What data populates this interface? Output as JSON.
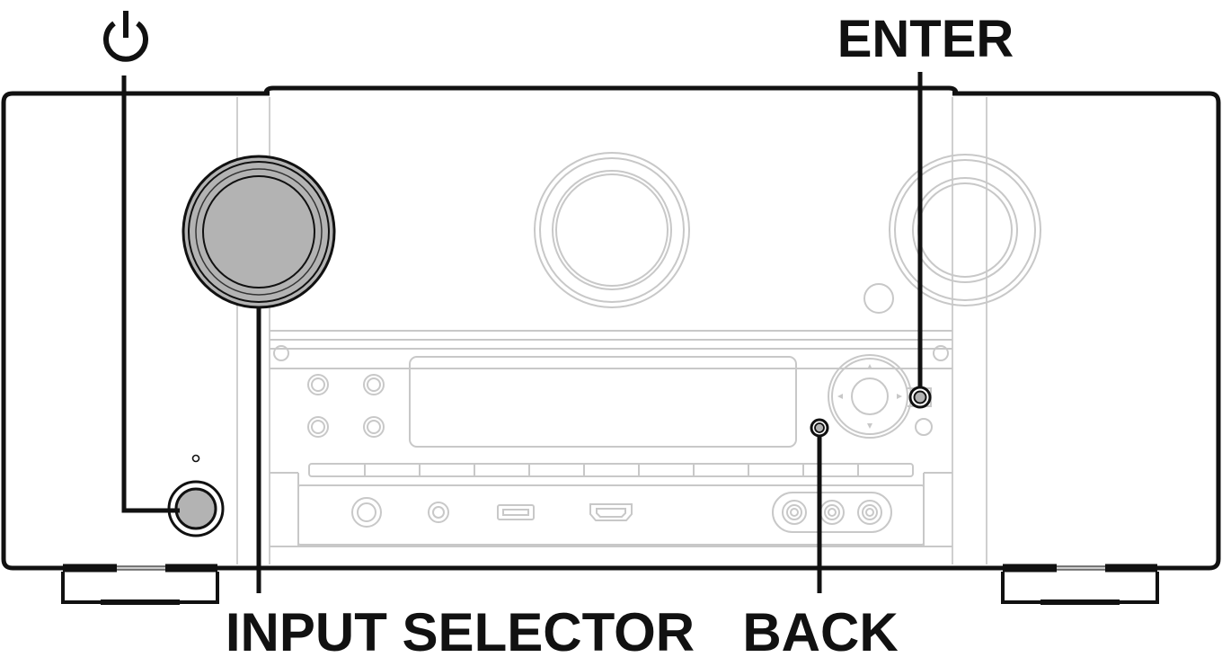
{
  "labels": {
    "power": "⏻",
    "enter": "ENTER",
    "input_selector": "INPUT SELECTOR",
    "back": "BACK"
  },
  "colors": {
    "outline": "#111111",
    "faint": "#c8c8c8",
    "highlight_knob": "#b3b3b3"
  },
  "icons": {
    "power": "power-icon",
    "arrows": [
      "arrow-up-icon",
      "arrow-down-icon",
      "arrow-left-icon",
      "arrow-right-icon"
    ]
  }
}
